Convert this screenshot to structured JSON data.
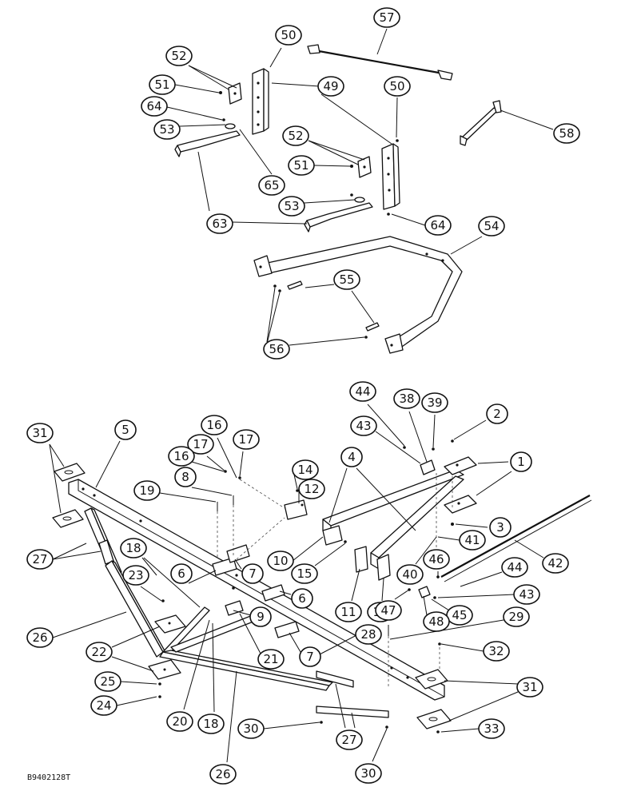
{
  "reference_code": "B9402128T",
  "callouts": [
    {
      "id": "c50a",
      "label": "50"
    },
    {
      "id": "c57",
      "label": "57"
    },
    {
      "id": "c52a",
      "label": "52"
    },
    {
      "id": "c51a",
      "label": "51"
    },
    {
      "id": "c49",
      "label": "49"
    },
    {
      "id": "c50b",
      "label": "50"
    },
    {
      "id": "c64a",
      "label": "64"
    },
    {
      "id": "c53a",
      "label": "53"
    },
    {
      "id": "c58",
      "label": "58"
    },
    {
      "id": "c52b",
      "label": "52"
    },
    {
      "id": "c51b",
      "label": "51"
    },
    {
      "id": "c65",
      "label": "65"
    },
    {
      "id": "c53b",
      "label": "53"
    },
    {
      "id": "c63",
      "label": "63"
    },
    {
      "id": "c64b",
      "label": "64"
    },
    {
      "id": "c54",
      "label": "54"
    },
    {
      "id": "c55",
      "label": "55"
    },
    {
      "id": "c56",
      "label": "56"
    },
    {
      "id": "c44a",
      "label": "44"
    },
    {
      "id": "c38",
      "label": "38"
    },
    {
      "id": "c39",
      "label": "39"
    },
    {
      "id": "c2",
      "label": "2"
    },
    {
      "id": "c43a",
      "label": "43"
    },
    {
      "id": "c31a",
      "label": "31"
    },
    {
      "id": "c5",
      "label": "5"
    },
    {
      "id": "c16a",
      "label": "16"
    },
    {
      "id": "c17a",
      "label": "17"
    },
    {
      "id": "c17b",
      "label": "17"
    },
    {
      "id": "c4",
      "label": "4"
    },
    {
      "id": "c1",
      "label": "1"
    },
    {
      "id": "c16b",
      "label": "16"
    },
    {
      "id": "c14",
      "label": "14"
    },
    {
      "id": "c8",
      "label": "8"
    },
    {
      "id": "c19",
      "label": "19"
    },
    {
      "id": "c12",
      "label": "12"
    },
    {
      "id": "c3",
      "label": "3"
    },
    {
      "id": "c41",
      "label": "41"
    },
    {
      "id": "c42",
      "label": "42"
    },
    {
      "id": "c27a",
      "label": "27"
    },
    {
      "id": "c18a",
      "label": "18"
    },
    {
      "id": "c10",
      "label": "10"
    },
    {
      "id": "c7a",
      "label": "7"
    },
    {
      "id": "c15",
      "label": "15"
    },
    {
      "id": "c40",
      "label": "40"
    },
    {
      "id": "c46",
      "label": "46"
    },
    {
      "id": "c44b",
      "label": "44"
    },
    {
      "id": "c23",
      "label": "23"
    },
    {
      "id": "c6a",
      "label": "6"
    },
    {
      "id": "c6b",
      "label": "6"
    },
    {
      "id": "c11",
      "label": "11"
    },
    {
      "id": "c13",
      "label": "13"
    },
    {
      "id": "c47",
      "label": "47"
    },
    {
      "id": "c45",
      "label": "45"
    },
    {
      "id": "c43b",
      "label": "43"
    },
    {
      "id": "c26a",
      "label": "26"
    },
    {
      "id": "c9",
      "label": "9"
    },
    {
      "id": "c22",
      "label": "22"
    },
    {
      "id": "c21",
      "label": "21"
    },
    {
      "id": "c7b",
      "label": "7"
    },
    {
      "id": "c48",
      "label": "48"
    },
    {
      "id": "c29",
      "label": "29"
    },
    {
      "id": "c28",
      "label": "28"
    },
    {
      "id": "c32",
      "label": "32"
    },
    {
      "id": "c25",
      "label": "25"
    },
    {
      "id": "c24",
      "label": "24"
    },
    {
      "id": "c31b",
      "label": "31"
    },
    {
      "id": "c20",
      "label": "20"
    },
    {
      "id": "c18b",
      "label": "18"
    },
    {
      "id": "c30a",
      "label": "30"
    },
    {
      "id": "c27b",
      "label": "27"
    },
    {
      "id": "c33",
      "label": "33"
    },
    {
      "id": "c26b",
      "label": "26"
    },
    {
      "id": "c30b",
      "label": "30"
    }
  ]
}
